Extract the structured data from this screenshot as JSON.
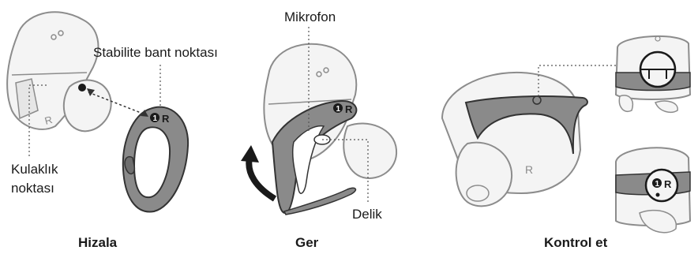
{
  "panels": [
    {
      "caption": "Hizala",
      "labels": {
        "stability_band_point": "Stabilite bant noktası",
        "earbud_point_line1": "Kulaklık",
        "earbud_point_line2": "noktası"
      },
      "marks": {
        "band_marker": "1",
        "band_side": "R",
        "earbud_side": "R"
      }
    },
    {
      "caption": "Ger",
      "labels": {
        "microphone": "Mikrofon",
        "hole": "Delik"
      },
      "marks": {
        "band_marker": "1",
        "band_side": "R"
      }
    },
    {
      "caption": "Kontrol et",
      "marks": {
        "earbud_side": "R",
        "band_marker": "1",
        "band_side": "R"
      }
    }
  ],
  "colors": {
    "outline": "#8c8c8c",
    "earbud_fill": "#f4f4f4",
    "band_fill": "#8a8a8a",
    "dark": "#1a1a1a",
    "dotted": "#555555"
  }
}
